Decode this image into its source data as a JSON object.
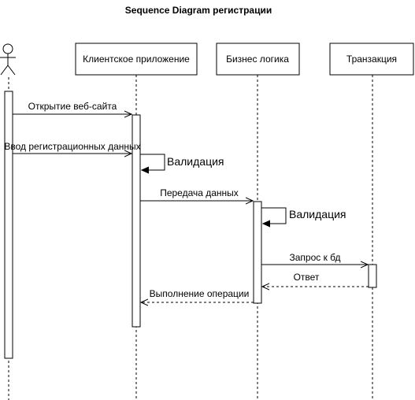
{
  "diagram": {
    "title": "Sequence Diagram регистрации",
    "participants": [
      {
        "id": "actor",
        "label": ""
      },
      {
        "id": "client",
        "label": "Клиентское приложение"
      },
      {
        "id": "business",
        "label": "Бизнес логика"
      },
      {
        "id": "transaction",
        "label": "Транзакция"
      }
    ],
    "messages": [
      {
        "from": "actor",
        "to": "client",
        "label": "Открытие веб-сайта",
        "style": "solid"
      },
      {
        "from": "actor",
        "to": "client",
        "label": "Ввод регистрационных данных",
        "style": "solid"
      },
      {
        "from": "client",
        "to": "client",
        "label": "Валидация",
        "style": "self"
      },
      {
        "from": "client",
        "to": "business",
        "label": "Передача данных",
        "style": "solid"
      },
      {
        "from": "business",
        "to": "business",
        "label": "Валидация",
        "style": "self"
      },
      {
        "from": "business",
        "to": "transaction",
        "label": "Запрос к бд",
        "style": "solid"
      },
      {
        "from": "transaction",
        "to": "business",
        "label": "Ответ",
        "style": "dashed"
      },
      {
        "from": "business",
        "to": "client",
        "label": "Выполнение операции",
        "style": "dashed"
      }
    ]
  }
}
